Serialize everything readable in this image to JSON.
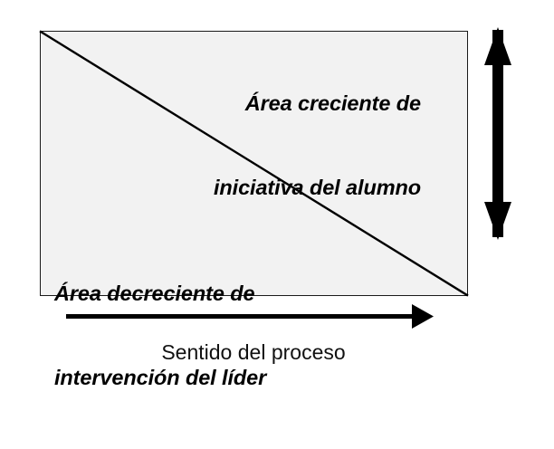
{
  "diagram": {
    "title": "Sentido del proceso",
    "box": {
      "fill_color": "#f2f2f2",
      "border_color": "#1a1a1a"
    },
    "upper_area": {
      "line1": "Área creciente de",
      "line2": "iniciativa del alumno"
    },
    "lower_area": {
      "line1": "Área decreciente de",
      "line2": "intervención del líder"
    },
    "caption": "Sentido del proceso",
    "arrows": {
      "vertical": {
        "name": "vertical-double-arrow",
        "color": "#000000"
      },
      "horizontal": {
        "name": "horizontal-process-arrow",
        "color": "#000000"
      }
    },
    "divider": {
      "name": "diagonal-divider-line",
      "color": "#000000"
    }
  }
}
